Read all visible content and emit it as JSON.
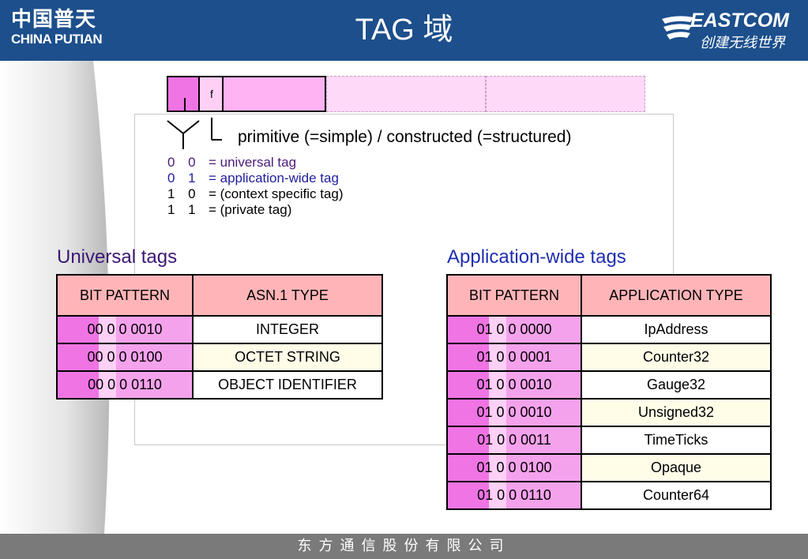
{
  "header": {
    "logo_cn": "中国普天",
    "logo_en": "CHINA PUTIAN",
    "title": "TAG 域",
    "brand": "EASTCOM",
    "slogan": "创建无线世界"
  },
  "bit_diagram": {
    "f_label": "f",
    "primitive_text": "primitive (=simple) / constructed (=structured)",
    "classes": [
      {
        "code": "0 0",
        "desc": "= universal tag"
      },
      {
        "code": "0 1",
        "desc": "= application-wide tag"
      },
      {
        "code": "1 0",
        "desc": "= (context specific tag)"
      },
      {
        "code": "1 1",
        "desc": "= (private tag)"
      }
    ]
  },
  "universal": {
    "title": "Universal tags",
    "headers": [
      "BIT PATTERN",
      "ASN.1 TYPE"
    ],
    "rows": [
      {
        "bits": "00 0 0 0010",
        "type": "INTEGER"
      },
      {
        "bits": "00 0 0 0100",
        "type": "OCTET STRING"
      },
      {
        "bits": "00 0 0 0110",
        "type": "OBJECT IDENTIFIER"
      }
    ]
  },
  "application": {
    "title": "Application-wide tags",
    "headers": [
      "BIT PATTERN",
      "APPLICATION TYPE"
    ],
    "rows": [
      {
        "bits": "01 0 0 0000",
        "type": "IpAddress"
      },
      {
        "bits": "01 0 0 0001",
        "type": "Counter32"
      },
      {
        "bits": "01 0 0 0010",
        "type": "Gauge32"
      },
      {
        "bits": "01 0 0 0010",
        "type": "Unsigned32"
      },
      {
        "bits": "01 0 0 0011",
        "type": "TimeTicks"
      },
      {
        "bits": "01 0 0 0100",
        "type": "Opaque"
      },
      {
        "bits": "01 0 0 0110",
        "type": "Counter64"
      }
    ]
  },
  "footer": {
    "company": "东方通信股份有限公司"
  }
}
